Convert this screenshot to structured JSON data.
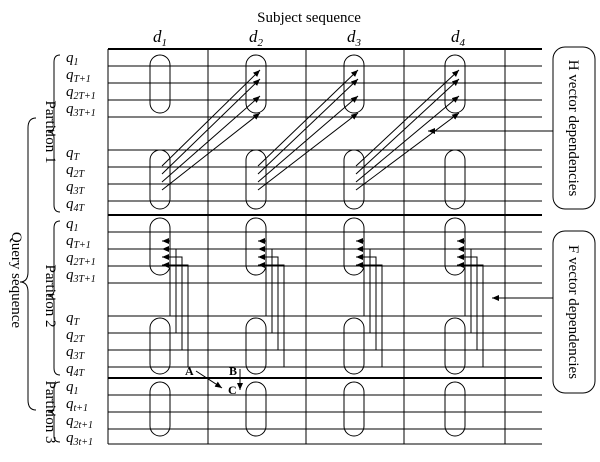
{
  "title": "Subject sequence",
  "columns": [
    {
      "name": "d",
      "sub": "1"
    },
    {
      "name": "d",
      "sub": "2"
    },
    {
      "name": "d",
      "sub": "3"
    },
    {
      "name": "d",
      "sub": "4"
    }
  ],
  "query_label": "Query sequence",
  "partitions": [
    {
      "label": "Partition 1",
      "rows_top": [
        [
          "q",
          "1"
        ],
        [
          "q",
          "T+1"
        ],
        [
          "q",
          "2T+1"
        ],
        [
          "q",
          "3T+1"
        ]
      ],
      "rows_bottom": [
        [
          "q",
          "T"
        ],
        [
          "q",
          "2T"
        ],
        [
          "q",
          "3T"
        ],
        [
          "q",
          "4T"
        ]
      ]
    },
    {
      "label": "Partition 2",
      "rows_top": [
        [
          "q",
          "1"
        ],
        [
          "q",
          "T+1"
        ],
        [
          "q",
          "2T+1"
        ],
        [
          "q",
          "3T+1"
        ]
      ],
      "rows_bottom": [
        [
          "q",
          "T"
        ],
        [
          "q",
          "2T"
        ],
        [
          "q",
          "3T"
        ],
        [
          "q",
          "4T"
        ]
      ]
    },
    {
      "label": "Partition 3",
      "rows_top": [
        [
          "q",
          "1"
        ],
        [
          "q",
          "t+1"
        ],
        [
          "q",
          "2t+1"
        ],
        [
          "q",
          "3t+1"
        ]
      ],
      "rows_bottom": []
    }
  ],
  "callouts": {
    "h": "H vector dependencies",
    "f": "F vector dependencies"
  },
  "cells": {
    "a": "A",
    "b": "B",
    "c": "C"
  }
}
